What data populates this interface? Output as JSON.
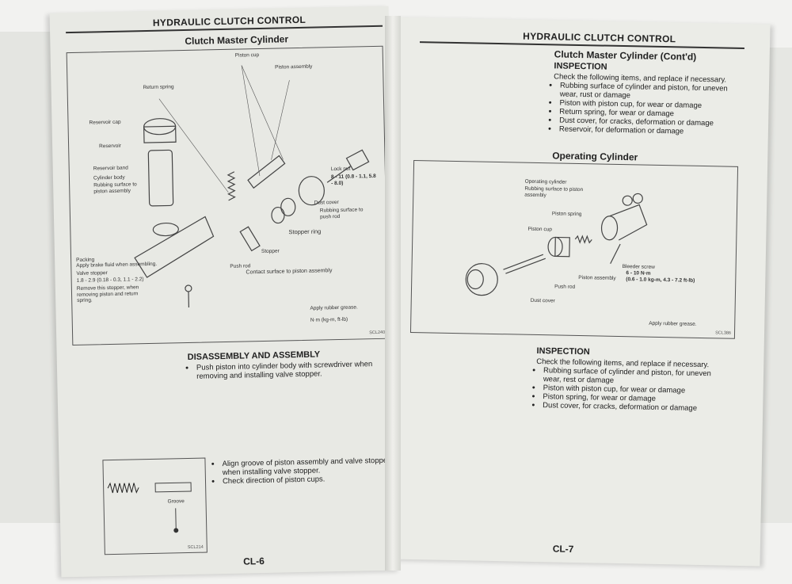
{
  "left_page": {
    "header": "HYDRAULIC CLUTCH CONTROL",
    "section_title": "Clutch Master Cylinder",
    "figure1": {
      "labels": {
        "piston_cup": "Piston cup",
        "piston_assembly": "Piston assembly",
        "return_spring": "Return spring",
        "reservoir_cap": "Reservoir cap",
        "reservoir": "Reservoir",
        "reservoir_band": "Reservoir band",
        "cylinder_body": "Cylinder body",
        "cylinder_body_note": "Rubbing surface to piston assembly",
        "lock_nut": "Lock nut",
        "lock_nut_torque": "8 - 11 (0.8 - 1.1, 5.8 - 8.0)",
        "dust_cover": "Dust cover",
        "dust_cover_note": "Rubbing surface to push rod",
        "stopper_ring": "Stopper ring",
        "stopper": "Stopper",
        "push_rod": "Push rod",
        "push_rod_note": "Contact surface to piston assembly",
        "packing": "Packing",
        "packing_note": "Apply brake fluid when assembling.",
        "valve_stopper": "Valve stopper",
        "valve_stopper_torque": "1.8 - 2.9 (0.18 - 0.3, 1.1 - 2.2)",
        "valve_stopper_note": "Remove this stopper, when removing piston and return spring."
      },
      "legend": {
        "grease": "Apply rubber grease.",
        "torque": "N·m (kg-m, ft-lb)"
      },
      "code": "SCL240"
    },
    "disassembly_heading": "DISASSEMBLY AND ASSEMBLY",
    "disassembly_items": [
      "Push piston into cylinder body with screwdriver when removing and installing valve stopper."
    ],
    "figure2": {
      "label": "Groove",
      "code": "SCL214"
    },
    "assembly_items": [
      "Align groove of piston assembly and valve stopper when installing valve stopper.",
      "Check direction of piston cups."
    ],
    "page_number": "CL-6"
  },
  "right_page": {
    "header": "HYDRAULIC CLUTCH CONTROL",
    "section_title": "Clutch Master Cylinder (Cont'd)",
    "inspection_heading": "INSPECTION",
    "inspection_intro": "Check the following items, and replace if necessary.",
    "inspection_items": [
      "Rubbing surface of cylinder and piston, for uneven wear, rust or damage",
      "Piston with piston cup, for wear or damage",
      "Return spring, for wear or damage",
      "Dust cover, for cracks, deformation or damage",
      "Reservoir, for deformation or damage"
    ],
    "operating_title": "Operating Cylinder",
    "figure": {
      "labels": {
        "operating_cylinder": "Operating cylinder",
        "operating_cylinder_note": "Rubbing surface to piston assembly",
        "piston_spring": "Piston spring",
        "piston_cup": "Piston cup",
        "bleeder_screw": "Bleeder screw",
        "bleeder_torque": "6 - 10 N·m",
        "bleeder_torque_alt": "(0.6 - 1.0 kg-m, 4.3 - 7.2 ft-lb)",
        "piston_assembly": "Piston assembly",
        "push_rod": "Push rod",
        "dust_cover": "Dust cover"
      },
      "legend": "Apply rubber grease.",
      "code": "SCL386"
    },
    "inspection2_heading": "INSPECTION",
    "inspection2_intro": "Check the following items, and replace if necessary.",
    "inspection2_items": [
      "Rubbing surface of cylinder and piston, for uneven wear, rest or damage",
      "Piston with piston cup, for wear or damage",
      "Piston spring, for wear or damage",
      "Dust cover, for cracks, deformation or damage"
    ],
    "page_number": "CL-7"
  }
}
